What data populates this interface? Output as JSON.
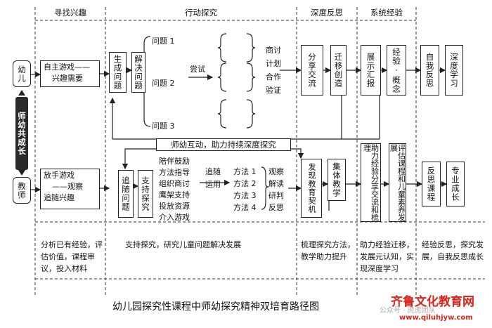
{
  "headers": [
    "寻找兴趣",
    "行动探究",
    "深度反思",
    "系统经验"
  ],
  "left": {
    "top_label": "幼儿",
    "middle_label": "师幼共成长",
    "bottom_label": "教师"
  },
  "interest_top": {
    "line1": "自主游戏——",
    "line2": "兴趣需要"
  },
  "interest_bottom": {
    "line1": "放手游戏",
    "line2": "——观察",
    "line3": "追随兴趣"
  },
  "action_top": {
    "generate": "生成问题",
    "solve": "解决问题",
    "problems": [
      "问题 1",
      "问题 2",
      "问题 3"
    ],
    "try_label": "尝试",
    "plan": [
      "商讨",
      "计划",
      "合作",
      "验证"
    ]
  },
  "band_label": "师幼互动，助力持续深度探究",
  "action_bottom": {
    "follow_problem": "追随问题",
    "support_explore": "支持探究",
    "support_list": [
      "陪伴鼓励",
      "方法指导",
      "组织商讨",
      "鹰架支持",
      "投放资源",
      "介入游戏"
    ],
    "follow_use": [
      "追随",
      "运用"
    ],
    "methods": [
      "方法 1",
      "方法 2",
      "方法 3",
      "方法 4"
    ],
    "observe": [
      "观察",
      "解读",
      "研判",
      "反思"
    ]
  },
  "reflect_top": {
    "share": "分享交流",
    "transfer": "迁移创造"
  },
  "reflect_bottom": {
    "discover": "发现教育契机",
    "collective": "集体教学"
  },
  "system_top": {
    "show": "展示汇报",
    "exp": "经验·概念"
  },
  "system_bottom": {
    "help": "助力经验分享交流和梳理",
    "eval": "评估课程和儿童素养发展"
  },
  "right_top": {
    "self": "自我反思",
    "deep": "深度学习"
  },
  "right_bottom": {
    "rethink": "反思课程",
    "pro": "专业成长"
  },
  "notes": {
    "interest": "分析已有经验，评估价值，课程审议，投入材料",
    "action": "支持探究，研究儿童问题解决发展",
    "reflect": "梳理探究方法，教学助力提升",
    "system": "助力经验迁移，发展元认知，实现深度学习",
    "right": "经验反思，探究发展，自我反思成长"
  },
  "caption": "幼儿园探究性课程中师幼探究精神双培育路径图",
  "watermark": {
    "brand": "齐鲁文化教育网",
    "url": "www.qiluhjyw.com",
    "account": "公众号 · 虎虎团队"
  }
}
